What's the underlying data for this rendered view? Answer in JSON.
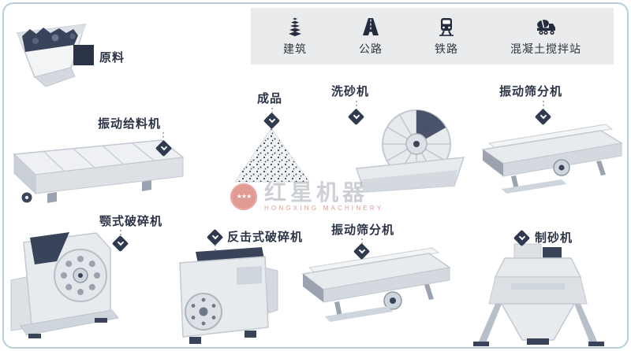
{
  "banner": {
    "items": [
      {
        "icon": "building-icon",
        "label": "建筑"
      },
      {
        "icon": "highway-icon",
        "label": "公路"
      },
      {
        "icon": "railway-icon",
        "label": "铁路"
      },
      {
        "icon": "mixer-truck-icon",
        "label": "混凝土搅拌站"
      }
    ]
  },
  "labels": {
    "raw_material": "原料",
    "vibrating_feeder": "振动给料机",
    "finished_product": "成品",
    "sand_washer": "洗砂机",
    "vibrating_screen_top": "振动筛分机",
    "jaw_crusher": "颚式破碎机",
    "impact_crusher": "反击式破碎机",
    "vibrating_screen_bottom": "振动筛分机",
    "sand_maker": "制砂机"
  },
  "watermark": {
    "stars": "★★★",
    "brand_cn": "红星机器",
    "brand_en": "HONGXING MACHINERY"
  },
  "colors": {
    "accent_dark": "#2b3447",
    "connector": "#8b95a1",
    "banner_bg": "#e9ebed",
    "frame_border": "#b7cdda",
    "brand_red": "#c0392b"
  }
}
